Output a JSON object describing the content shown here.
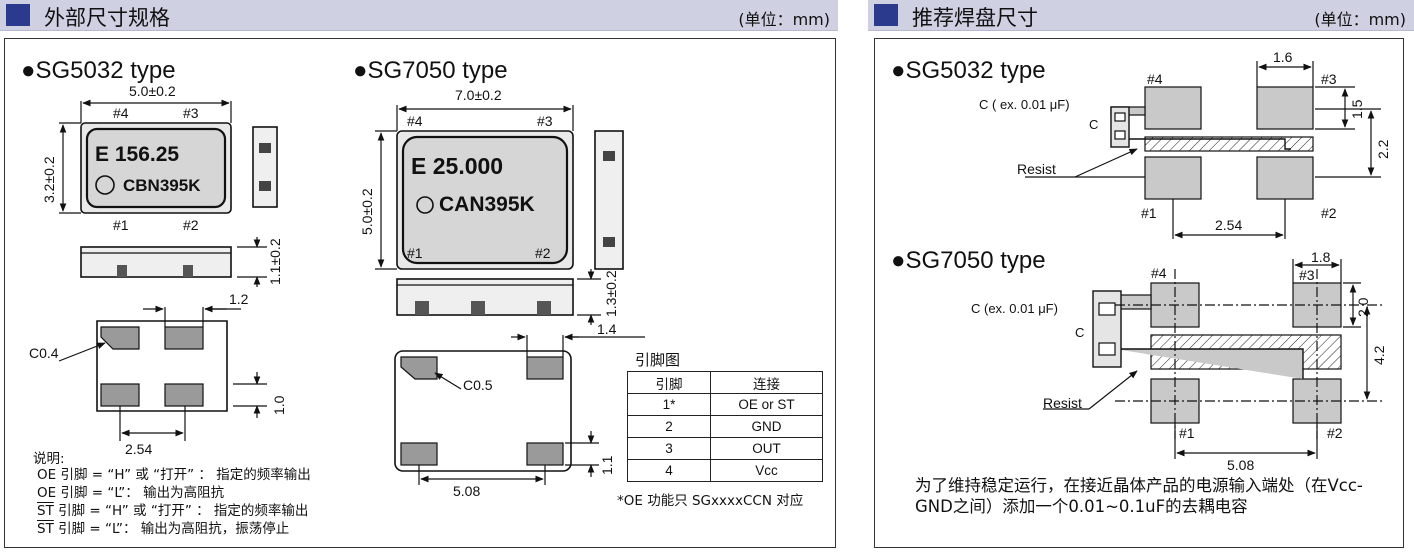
{
  "left": {
    "title": "外部尺寸规格",
    "unit": "(单位：mm)",
    "sg5032": {
      "type": "●SG5032 type",
      "width": "5.0±0.2",
      "height": "3.2±0.2",
      "thickness": "1.1±0.2",
      "pin4": "#4",
      "pin3": "#3",
      "pin1": "#1",
      "pin2": "#2",
      "marking1": "E 156.25",
      "marking2": "CBN395K",
      "pad_width": "1.2",
      "chamfer": "C0.4",
      "pad_gap": "1.0",
      "pitch": "2.54"
    },
    "sg7050": {
      "type": "●SG7050 type",
      "width": "7.0±0.2",
      "height": "5.0±0.2",
      "thickness": "1.3±0.2",
      "pin4": "#4",
      "pin3": "#3",
      "pin1": "#1",
      "pin2": "#2",
      "marking1": "E 25.000",
      "marking2": "CAN395K",
      "pad_width": "1.4",
      "chamfer": "C0.5",
      "pad_gap": "1.1",
      "pitch": "5.08"
    },
    "notes": {
      "heading": "说明:",
      "line1": "OE 引脚 = “H” 或 “打开” ： 指定的频率输出",
      "line2": "OE 引脚 = “L”：  输出为高阻抗",
      "line3_prefix": "ST",
      "line3": " 引脚 = “H” 或 “打开” ： 指定的频率输出",
      "line4_prefix": "ST",
      "line4": " 引脚 = “L”：  输出为高阻抗，振荡停止"
    },
    "pin_table": {
      "caption": "引脚图",
      "header_pin": "引脚",
      "header_conn": "连接",
      "rows": [
        {
          "pin": "1*",
          "conn": "OE or ST"
        },
        {
          "pin": "2",
          "conn": "GND"
        },
        {
          "pin": "3",
          "conn": "OUT"
        },
        {
          "pin": "4",
          "conn": "Vcc"
        }
      ],
      "footnote": "*OE 功能只 SGxxxxCCN 对应"
    }
  },
  "right": {
    "title": "推荐焊盘尺寸",
    "unit": "(单位：mm)",
    "sg5032": {
      "type": "●SG5032 type",
      "cap": "C ( ex. 0.01 μF)",
      "c": "C",
      "resist": "Resist",
      "pin4": "#4",
      "pin3": "#3",
      "pin1": "#1",
      "pin2": "#2",
      "pad_w": "1.6",
      "pad_h": "1.5",
      "pitch_v": "2.2",
      "pitch_h": "2.54"
    },
    "sg7050": {
      "type": "●SG7050 type",
      "cap": "C (ex. 0.01 μF)",
      "c": "C",
      "resist": "Resist",
      "pin4": "#4",
      "pin3": "#3",
      "pin1": "#1",
      "pin2": "#2",
      "pad_w": "1.8",
      "pad_h": "2.0",
      "pitch_v": "4.2",
      "pitch_h": "5.08"
    },
    "advice": "为了维持稳定运行，在接近晶体产品的电源输入端处（在Vcc-GND之间）添加一个0.01~0.1uF的去耦电容"
  }
}
